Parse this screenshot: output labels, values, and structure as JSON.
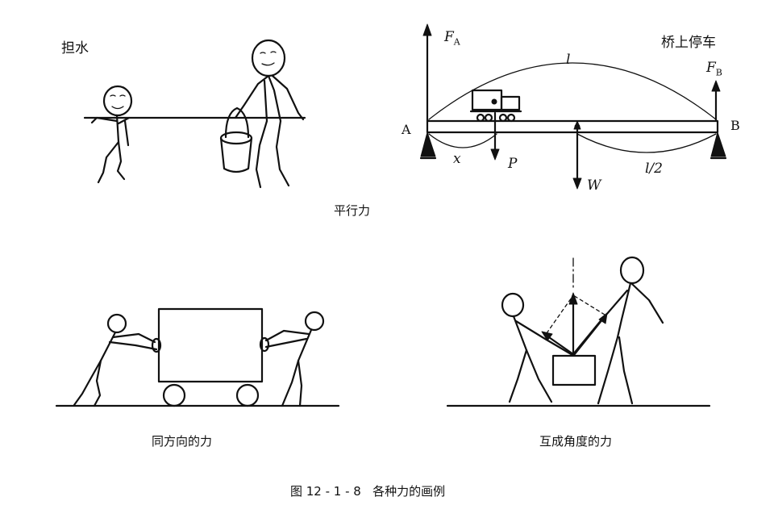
{
  "panels": {
    "carry_water": {
      "label": "担水"
    },
    "bridge": {
      "label": "桥上停车",
      "force_a": "F",
      "force_a_sub": "A",
      "force_b": "F",
      "force_b_sub": "B",
      "point_a": "A",
      "point_b": "B",
      "span": "l",
      "distance_x": "x",
      "load_p": "P",
      "weight_w": "W",
      "half_span": "l/2"
    },
    "parallel_caption": "平行力",
    "same_direction_caption": "同方向的力",
    "angle_caption": "互成角度的力"
  },
  "figure_caption": "图 12 - 1 - 8   各种力的画例"
}
